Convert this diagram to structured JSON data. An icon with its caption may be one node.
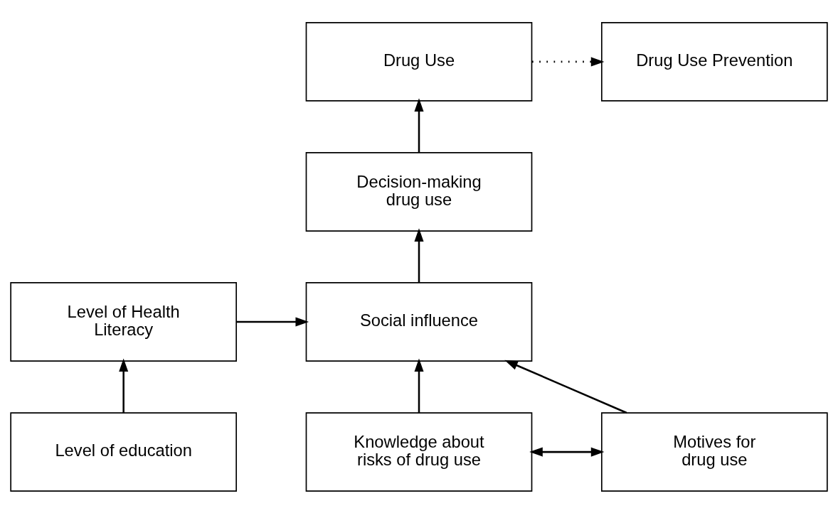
{
  "diagram": {
    "nodes": [
      {
        "text": [
          "Drug Use"
        ]
      },
      {
        "text": [
          "Drug Use Prevention"
        ]
      },
      {
        "text": [
          "Decision-making drug use"
        ]
      },
      {
        "text": [
          "Social influence"
        ]
      },
      {
        "text": [
          "Level of Health Literacy"
        ]
      },
      {
        "text": [
          "Knowledge about risks of drug use"
        ]
      },
      {
        "text": [
          "Motives for drug use"
        ]
      },
      {
        "text": [
          "Level of education"
        ]
      }
    ],
    "edges": [
      {
        "from": 0,
        "to": 1,
        "arrow": "to",
        "style": "dashed"
      },
      {
        "from": 2,
        "to": 0,
        "arrow": "to"
      },
      {
        "from": 3,
        "to": 2,
        "arrow": "to"
      },
      {
        "from": 4,
        "to": 3,
        "arrow": "to"
      },
      {
        "from": 5,
        "to": 3,
        "arrow": "to"
      },
      {
        "from": 6,
        "to": 3,
        "arrow": "to"
      },
      {
        "from": 5,
        "to": 6,
        "arrow": "both"
      },
      {
        "from": 7,
        "to": 4,
        "arrow": "to"
      }
    ]
  }
}
